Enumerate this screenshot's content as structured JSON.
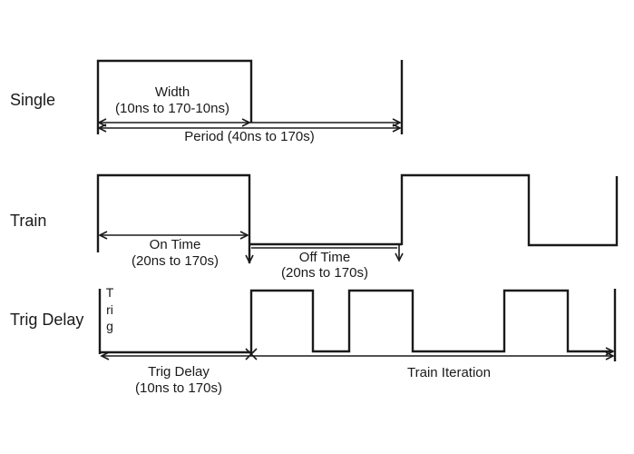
{
  "colors": {
    "line": "#1a1a1a",
    "background": "#ffffff"
  },
  "rows": [
    {
      "label": "Single",
      "width_label": "Width",
      "width_range": "(10ns to 170-10ns)",
      "period_label": "Period (40ns to 170s)"
    },
    {
      "label": "Train",
      "on_label": "On Time",
      "on_range": "(20ns to 170s)",
      "off_label": "Off Time",
      "off_range": "(20ns to 170s)"
    },
    {
      "label": "Trig Delay",
      "trig_axis": "Trig",
      "delay_label": "Trig Delay",
      "delay_range": "(10ns to 170s)",
      "iteration_label": "Train Iteration"
    }
  ]
}
